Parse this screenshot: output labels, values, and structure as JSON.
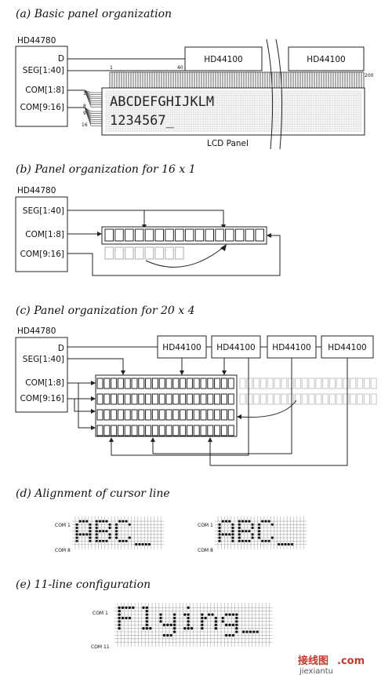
{
  "captions": {
    "a": "(a) Basic panel organization",
    "b": "(b) Panel organization for 16 x 1",
    "c": "(c) Panel organization for 20 x 4",
    "d": "(d) Alignment of cursor line",
    "e": "(e) 11-line configuration"
  },
  "controller": "HD44780",
  "driver": "HD44100",
  "pins": {
    "d": "D",
    "seg": "SEG[1:40]",
    "com1": "COM[1:8]",
    "com2": "COM[9:16]"
  },
  "panel_a": {
    "label": "LCD Panel",
    "line1": "ABCDEFGHIJKLM",
    "line2": "1234567_",
    "seg_start": "1",
    "seg_40": "40",
    "seg_200": "200",
    "com_1": "1",
    "com_8": "8",
    "com_9": "9",
    "com_16": "16"
  },
  "cursor": {
    "text": "ABC_",
    "com_first": "COM 1",
    "com_last": "COM 8"
  },
  "eleven": {
    "text": "Flying_",
    "com_first": "COM 1",
    "com_last": "COM 11"
  },
  "watermark": {
    "cn": "接线图",
    "dot": ".com",
    "pinyin": "jiexiantu"
  }
}
